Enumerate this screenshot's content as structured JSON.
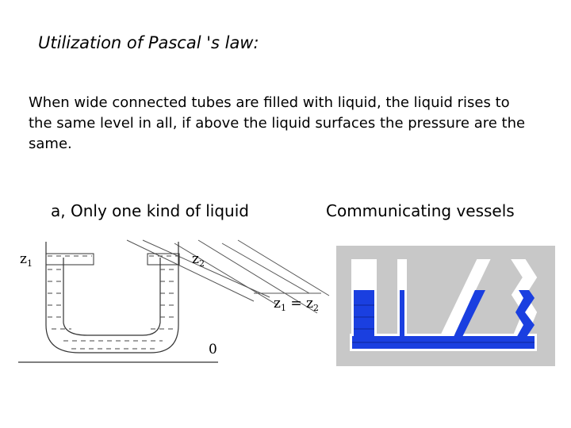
{
  "title": "Utilization of Pascal 's law:",
  "paragraph": "When wide connected tubes are filled with liquid, the liquid rises to the same level in all, if above the liquid surfaces the pressure are the same.",
  "left_caption": "a, Only one kind of liquid",
  "right_caption": "Communicating vessels",
  "u_tube": {
    "label_z1": "z",
    "sub_1": "1",
    "label_z2": "z",
    "sub_2": "2",
    "label_eq": "z",
    "eq_sub1": "1",
    "eq_mid": " = z",
    "eq_sub2": "2",
    "label_zero": "0"
  },
  "colors": {
    "liquid": "#1a3fe0",
    "vessel_bg": "#c8c8c8",
    "tube_outline": "#ffffff"
  }
}
